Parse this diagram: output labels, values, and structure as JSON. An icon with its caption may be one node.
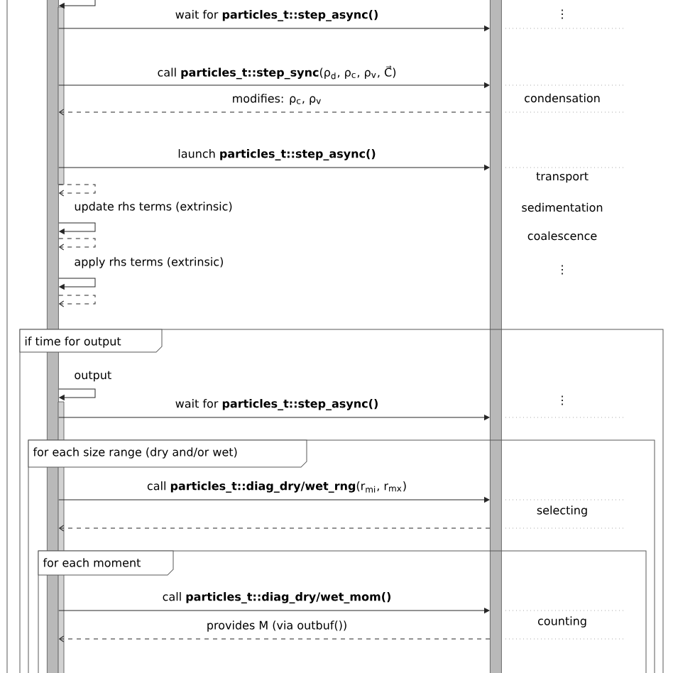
{
  "diagram": {
    "nodes": [
      {
        "text": [],
        "shape": "bar"
      },
      {
        "text": [],
        "shape": "bar"
      },
      {
        "text": [
          "if time for output"
        ]
      },
      {
        "text": [
          "for each size range (dry and/or wet)"
        ],
        "in": 2
      },
      {
        "text": [
          "for each moment"
        ],
        "in": 3
      }
    ],
    "edges": [
      {
        "from": 0,
        "to": 0,
        "arrow": "to"
      },
      {
        "from": 0,
        "to": 1,
        "arrow": "to",
        "label": "wait for **particles_t::step_async()**"
      },
      {
        "from": 0,
        "to": 1,
        "arrow": "to",
        "label": "call **particles_t::step_sync**(ρ$_{d}$, ρ$_{c}$, ρ$_{v}$, C⃗)"
      },
      {
        "from": 1,
        "to": 0,
        "arrow": "to",
        "style": "dashed",
        "label": "modifies: ρ$_{c}$, ρ$_{v}$"
      },
      {
        "from": 0,
        "to": 1,
        "arrow": "to",
        "label": "launch **particles_t::step_async()**"
      },
      {
        "from": 0,
        "to": 0,
        "arrow": "to",
        "style": "dashed"
      },
      {
        "from": 0,
        "to": 0,
        "arrow": "to",
        "label": "update rhs terms (extrinsic)"
      },
      {
        "from": 0,
        "to": 0,
        "arrow": "to",
        "style": "dashed"
      },
      {
        "from": 0,
        "to": 0,
        "arrow": "to",
        "label": "apply rhs terms (extrinsic)"
      },
      {
        "from": 0,
        "to": 0,
        "arrow": "to",
        "style": "dashed"
      },
      {
        "from": 0,
        "to": 0,
        "arrow": "to",
        "label": "output"
      },
      {
        "from": 0,
        "to": 1,
        "arrow": "to",
        "label": "wait for **particles_t::step_async()**"
      },
      {
        "from": 0,
        "to": 1,
        "arrow": "to",
        "label": "call **particles_t::diag_dry/wet_rng**(r$_{mi}$, r$_{mx}$)"
      },
      {
        "from": 1,
        "to": 0,
        "arrow": "to",
        "style": "dashed"
      },
      {
        "from": 0,
        "to": 1,
        "arrow": "to",
        "label": "call **particles_t::diag_dry/wet_mom()**"
      },
      {
        "from": 1,
        "to": 0,
        "arrow": "to",
        "style": "dashed",
        "label": "provides M (via outbuf())"
      }
    ],
    "labels": [
      "⋮",
      "condensation",
      "transport",
      "sedimentation",
      "coalescence",
      "⋮",
      "⋮",
      "selecting",
      "counting"
    ]
  }
}
